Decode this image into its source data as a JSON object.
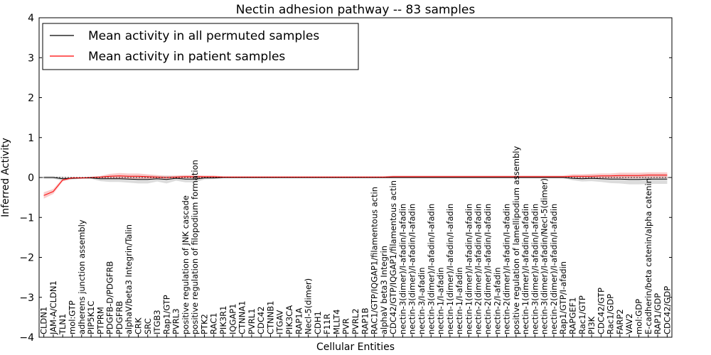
{
  "chart_data": {
    "type": "line",
    "title": "Nectin adhesion pathway -- 83 samples",
    "xlabel": "Cellular Entities",
    "ylabel": "Inferred Activity",
    "ylim": [
      -4,
      4
    ],
    "yticks": [
      -4,
      -3,
      -2,
      -1,
      0,
      1,
      2,
      3,
      4
    ],
    "grid": false,
    "legend_position": "top-left",
    "categories": [
      "CLDN1",
      "JAM-A/CLDN1",
      "TLN1",
      "mol:GTP",
      "adherens junction assembly",
      "PIP5K1C",
      "PTPRM",
      "PDGFB-D/PDGFRB",
      "PDGFRB",
      "alphaV/beta3 Integrin/Talin",
      "CRK",
      "SRC",
      "ITGB3",
      "Rap1/GTP",
      "PVRL3",
      "positive regulation of JNK cascade",
      "positive regulation of filopodium formation",
      "PTK2",
      "RAC1",
      "PIK3R1",
      "IQGAP1",
      "CTNNA1",
      "PVRL1",
      "CDC42",
      "CTNNB1",
      "ITGAV",
      "PIK3CA",
      "RAP1A",
      "Necl-5(dimer)",
      "CDH1",
      "F11R",
      "MLLT4",
      "PVR",
      "PVRL2",
      "RAP1B",
      "RAC1/GTP/IQGAP1/filamentous actin",
      "alphaV beta3 Integrin",
      "CDC42/GTP/IQGAP1/filamentous actin",
      "nectin-3(dimer)/I-afadin/I-afadin",
      "nectin-3(dimer)/I-afadin/I-afadin",
      "nectin-3/I-afadin",
      "nectin-3(dimer)/I-afadin/I-afadin",
      "nectin-1/I-afadin",
      "nectin-1(dimer)/I-afadin/I-afadin",
      "nectin-1/I-afadin",
      "nectin-1(dimer)/I-afadin/I-afadin",
      "nectin-2(dimer)/I-afadin/I-afadin",
      "nectin-2(dimer)/I-afadin/I-afadin",
      "nectin-2/I-afadin",
      "nectin-2(dimer)/I-afadin/I-afadin",
      "positive regulation of lamellipodium assembly",
      "nectin-1(dimer)/I-afadin/I-afadin",
      "nectin-3(dimer)/I-afadin/I-afadin",
      "nectin-3(dimer)/I-afadin/Necl-5(dimer)",
      "nectin-2(dimer)/I-afadin/I-afadin",
      "Rap1/GTP/I-afadin",
      "RAPGEF1",
      "Rac1/GTP",
      "PI3K",
      "CDC42/GTP",
      "Rac1/GDP",
      "FARP2",
      "VAV2",
      "mol:GDP",
      "E-cadherin/beta catenin/alpha catenin",
      "RAP1/GDP",
      "CDC42/GDP"
    ],
    "series": [
      {
        "name": "Mean activity in all permuted samples",
        "color": "#000000",
        "band_color": "#bfbfbf",
        "values": [
          0.0,
          0.0,
          -0.03,
          -0.02,
          -0.01,
          -0.01,
          -0.03,
          -0.03,
          -0.03,
          -0.04,
          -0.05,
          -0.05,
          -0.03,
          -0.05,
          -0.02,
          -0.04,
          -0.04,
          -0.01,
          -0.01,
          0,
          0,
          0,
          0,
          0,
          0,
          0,
          0,
          0,
          0,
          0,
          0,
          0,
          0,
          0,
          0,
          0,
          0,
          0,
          0,
          0,
          0,
          0,
          0,
          0,
          0,
          0,
          0,
          0,
          0,
          0,
          0,
          0,
          0,
          0,
          0,
          0,
          -0.02,
          -0.03,
          -0.02,
          -0.03,
          -0.04,
          -0.04,
          -0.05,
          -0.05,
          -0.04,
          -0.04,
          -0.04
        ],
        "band": [
          0.03,
          0.03,
          0.05,
          0.03,
          0.02,
          0.02,
          0.06,
          0.08,
          0.08,
          0.09,
          0.1,
          0.1,
          0.07,
          0.1,
          0.06,
          0.08,
          0.08,
          0.04,
          0.03,
          0.02,
          0.02,
          0.02,
          0.02,
          0.02,
          0.02,
          0.02,
          0.02,
          0.02,
          0.02,
          0.02,
          0.02,
          0.02,
          0.02,
          0.02,
          0.02,
          0.02,
          0.02,
          0.02,
          0.02,
          0.02,
          0.02,
          0.02,
          0.02,
          0.02,
          0.02,
          0.02,
          0.02,
          0.02,
          0.02,
          0.02,
          0.02,
          0.02,
          0.02,
          0.02,
          0.02,
          0.02,
          0.05,
          0.07,
          0.07,
          0.08,
          0.1,
          0.11,
          0.12,
          0.12,
          0.12,
          0.12,
          0.12
        ]
      },
      {
        "name": "Mean activity in patient samples",
        "color": "#ff0000",
        "band_color": "#f4a0a0",
        "values": [
          -0.45,
          -0.35,
          -0.06,
          -0.01,
          -0.01,
          0.0,
          0.01,
          0.03,
          0.04,
          0.03,
          0.03,
          0.02,
          0.01,
          0.0,
          0.01,
          0.02,
          0.02,
          0.02,
          0.02,
          0.01,
          0.01,
          0.01,
          0.01,
          0.01,
          0.01,
          0.01,
          0.01,
          0.01,
          0.01,
          0.01,
          0.01,
          0.01,
          0.01,
          0.01,
          0.01,
          0.01,
          0.01,
          0.02,
          0.02,
          0.02,
          0.02,
          0.02,
          0.02,
          0.02,
          0.02,
          0.02,
          0.02,
          0.02,
          0.02,
          0.02,
          0.02,
          0.02,
          0.02,
          0.02,
          0.02,
          0.02,
          0.03,
          0.03,
          0.03,
          0.04,
          0.04,
          0.05,
          0.05,
          0.05,
          0.06,
          0.06,
          0.06
        ],
        "band": [
          0.08,
          0.06,
          0.04,
          0.02,
          0.02,
          0.02,
          0.03,
          0.06,
          0.07,
          0.07,
          0.07,
          0.06,
          0.05,
          0.04,
          0.04,
          0.04,
          0.04,
          0.03,
          0.03,
          0.02,
          0.02,
          0.02,
          0.02,
          0.02,
          0.02,
          0.02,
          0.02,
          0.02,
          0.02,
          0.02,
          0.02,
          0.02,
          0.02,
          0.02,
          0.02,
          0.02,
          0.02,
          0.03,
          0.03,
          0.03,
          0.03,
          0.03,
          0.03,
          0.03,
          0.03,
          0.03,
          0.03,
          0.03,
          0.03,
          0.03,
          0.03,
          0.03,
          0.03,
          0.03,
          0.03,
          0.03,
          0.05,
          0.05,
          0.06,
          0.06,
          0.06,
          0.07,
          0.07,
          0.07,
          0.07,
          0.07,
          0.07
        ]
      }
    ]
  }
}
